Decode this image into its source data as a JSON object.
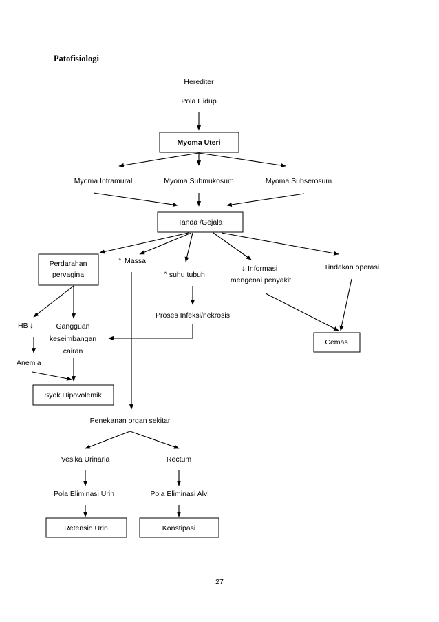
{
  "title": "Patofisiologi",
  "causes": [
    "Herediter",
    "Pola Hidup"
  ],
  "main_box": "Myoma Uteri",
  "types": [
    "Myoma Intramural",
    "Myoma Submukosum",
    "Myoma Subserosum"
  ],
  "symptoms_box": "Tanda /Gejala",
  "symptoms": {
    "perdarahan_line1": "Perdarahan",
    "perdarahan_line2": "pervagina",
    "massa_arrow": "↑",
    "massa": "Massa",
    "suhu": "^ suhu tubuh",
    "informasi_arrow": "↓",
    "informasi_line1": "Informasi",
    "informasi_line2": "mengenai penyakit",
    "tindakan": "Tindakan operasi"
  },
  "hb": "HB",
  "hb_arrow": "↓",
  "gangguan": [
    "Gangguan",
    "keseimbangan",
    "cairan"
  ],
  "anemia": "Anemia",
  "syok": "Syok Hipovolemik",
  "proses": "Proses Infeksi/nekrosis",
  "cemas": "Cemas",
  "penekanan": "Penekanan organ sekitar",
  "vesika": "Vesika Urinaria",
  "rectum": "Rectum",
  "eliminasi_urin": "Pola Eliminasi Urin",
  "eliminasi_alvi": "Pola Eliminasi Alvi",
  "retensio": "Retensio Urin",
  "konstipasi": "Konstipasi",
  "page_number": "27"
}
